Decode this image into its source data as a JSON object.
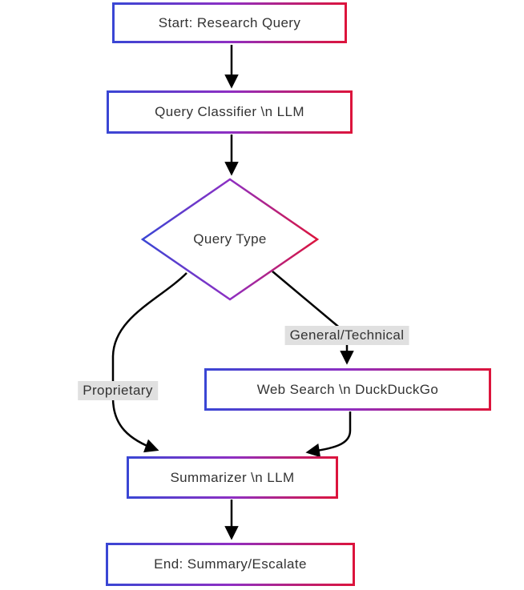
{
  "diagram": {
    "type": "flowchart",
    "direction": "top-down",
    "nodes": {
      "start": {
        "label": "Start: Research Query",
        "shape": "rectangle"
      },
      "classifier": {
        "label": "Query Classifier \\n LLM",
        "shape": "rectangle"
      },
      "decision": {
        "label": "Query Type",
        "shape": "diamond"
      },
      "websearch": {
        "label": "Web Search \\n DuckDuckGo",
        "shape": "rectangle"
      },
      "summarizer": {
        "label": "Summarizer \\n LLM",
        "shape": "rectangle"
      },
      "end": {
        "label": "End: Summary/Escalate",
        "shape": "rectangle"
      }
    },
    "edge_labels": {
      "proprietary": "Proprietary",
      "general": "General/Technical"
    },
    "edges": [
      {
        "from": "start",
        "to": "classifier",
        "label": ""
      },
      {
        "from": "classifier",
        "to": "decision",
        "label": ""
      },
      {
        "from": "decision",
        "to": "summarizer",
        "label": "Proprietary"
      },
      {
        "from": "decision",
        "to": "websearch",
        "label": "General/Technical"
      },
      {
        "from": "websearch",
        "to": "summarizer",
        "label": ""
      },
      {
        "from": "summarizer",
        "to": "end",
        "label": ""
      }
    ],
    "theme": {
      "gradient_start": "#3a46d4",
      "gradient_mid": "#8e2fc3",
      "gradient_end": "#dc143c",
      "edge_color": "#000000",
      "label_bg": "#e0e0e0",
      "text_color": "#333333",
      "node_fill": "#ffffff",
      "background": "#ffffff"
    }
  }
}
